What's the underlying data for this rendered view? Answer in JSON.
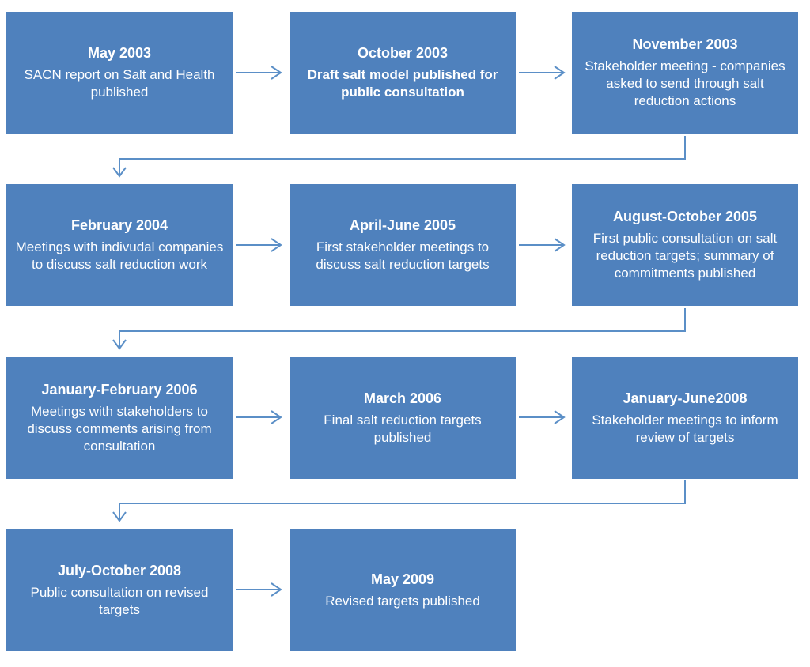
{
  "steps": [
    {
      "date": "May 2003",
      "text": "SACN report on Salt and Health published",
      "bold": false
    },
    {
      "date": "October 2003",
      "text": "Draft salt model published for public consultation",
      "bold": true
    },
    {
      "date": "November 2003",
      "text": "Stakeholder meeting - companies  asked to send through salt reduction actions",
      "bold": false
    },
    {
      "date": "February 2004",
      "text": "Meetings with indivudal companies to discuss salt reduction work",
      "bold": false
    },
    {
      "date": "April-June 2005",
      "text": "First stakeholder meetings to discuss salt reduction targets",
      "bold": false
    },
    {
      "date": "August-October 2005",
      "text": "First public consultation on salt reduction targets; summary of commitments published",
      "bold": false
    },
    {
      "date": "January-February 2006",
      "text": "Meetings with stakeholders to discuss comments arising from consultation",
      "bold": false
    },
    {
      "date": "March 2006",
      "text": "Final salt reduction targets published",
      "bold": false
    },
    {
      "date": "January-June2008",
      "text": "Stakeholder meetings to inform review of targets",
      "bold": false
    },
    {
      "date": "July-October 2008",
      "text": "Public consultation on revised targets",
      "bold": false
    },
    {
      "date": "May 2009",
      "text": "Revised targets published",
      "bold": false
    }
  ],
  "colors": {
    "box": "#4f81bd",
    "text": "#ffffff",
    "connector": "#5b8fc7"
  }
}
